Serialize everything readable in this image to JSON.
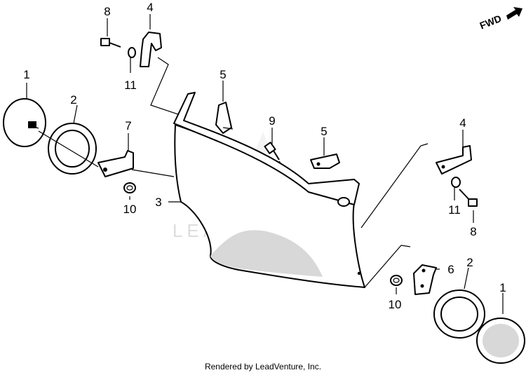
{
  "watermark": "LEADVENTURE",
  "fwd_label": "FWD",
  "footer": "Rendered by LeadVenture, Inc.",
  "callouts": {
    "c1_left": "1",
    "c1_right": "1",
    "c2_left": "2",
    "c2_right": "2",
    "c3": "3",
    "c4_top": "4",
    "c4_right": "4",
    "c5_top": "5",
    "c5_mid": "5",
    "c6": "6",
    "c7": "7",
    "c8_top": "8",
    "c8_right": "8",
    "c9": "9",
    "c10_left": "10",
    "c10_right": "10",
    "c11_top": "11",
    "c11_right": "11"
  }
}
